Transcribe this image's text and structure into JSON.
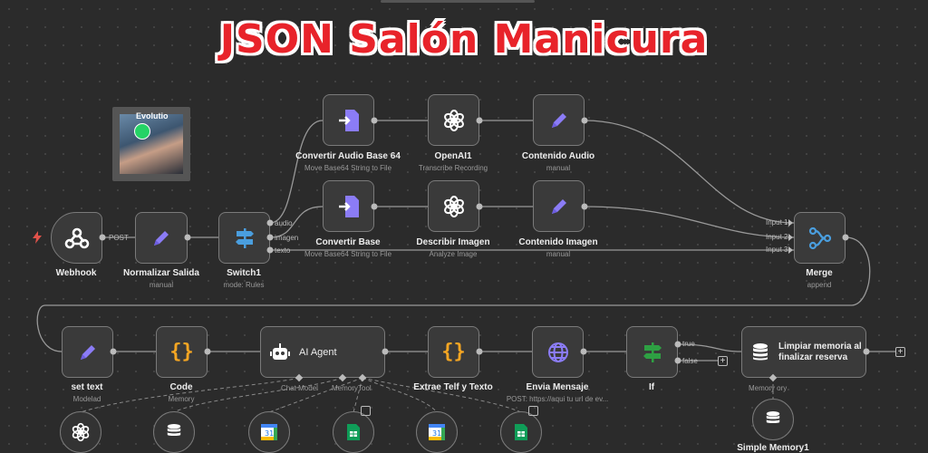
{
  "title": "JSON Salón Manicura",
  "thumbnail_text": "Evolutio",
  "nodes": {
    "webhook": {
      "label": "Webhook",
      "out_label": "POST"
    },
    "normalizar": {
      "label": "Normalizar Salida",
      "sub": "manual"
    },
    "switch": {
      "label": "Switch1",
      "sub": "mode: Rules",
      "out1": "audio",
      "out2": "imagen",
      "out3": "texto"
    },
    "convertir_audio": {
      "label": "Convertir Audio Base 64",
      "sub": "Move Base64 String to File"
    },
    "openai1": {
      "label": "OpenAI1",
      "sub": "Transcribe Recording"
    },
    "contenido_audio": {
      "label": "Contenido Audio",
      "sub": "manual"
    },
    "convertir_base": {
      "label": "Convertir Base",
      "sub": "Move Base64 String to File"
    },
    "describir_imagen": {
      "label": "Describir Imagen",
      "sub": "Analyze Image"
    },
    "contenido_imagen": {
      "label": "Contenido Imagen",
      "sub": "manual"
    },
    "merge": {
      "label": "Merge",
      "sub": "append",
      "in1": "Input 1",
      "in2": "Input 2",
      "in3": "Input 3"
    },
    "set_text": {
      "label": "set text",
      "sub": "Modelad"
    },
    "code": {
      "label": "Code",
      "sub": "Memory"
    },
    "ai_agent": {
      "label": "AI Agent",
      "port1": "Chat Model",
      "port2": "Memory",
      "port3": "Tool"
    },
    "extrae": {
      "label": "Extrae Telf y Texto"
    },
    "envia": {
      "label": "Envia Mensaje",
      "sub": "POST: https://aqui tu url de ev..."
    },
    "if": {
      "label": "If",
      "true_label": "true",
      "false_label": "false"
    },
    "limpiar": {
      "label_line1": "Limpiar memoria al",
      "label_line2": "finalizar reserva",
      "sub": "Memory ory"
    },
    "sub_memory": {
      "label": "Simple Memory1"
    }
  },
  "colors": {
    "accent_purple": "#8b7cf6",
    "accent_orange": "#f5a623",
    "accent_green": "#2ea043",
    "title_red": "#e8232a"
  },
  "icons": [
    "webhook-icon",
    "pencil-icon",
    "switch-icon",
    "file-import-icon",
    "openai-icon",
    "merge-icon",
    "code-braces-icon",
    "robot-icon",
    "globe-icon",
    "if-icon",
    "database-icon",
    "google-calendar-icon",
    "google-sheets-icon",
    "bolt-icon"
  ]
}
